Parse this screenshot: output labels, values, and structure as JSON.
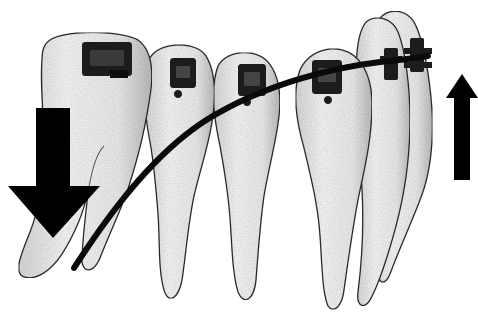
{
  "figure": {
    "teeth": [
      {
        "name": "molar",
        "bracket": "molar-tube"
      },
      {
        "name": "second-premolar",
        "bracket": "bracket"
      },
      {
        "name": "first-premolar",
        "bracket": "bracket"
      },
      {
        "name": "canine",
        "bracket": "bracket"
      },
      {
        "name": "lateral-incisor",
        "bracket": "bracket"
      },
      {
        "name": "central-incisor",
        "bracket": "bracket"
      }
    ],
    "arrows": [
      {
        "name": "intrusion-force",
        "direction": "down",
        "size": "large",
        "color": "#000000"
      },
      {
        "name": "extrusion-force",
        "direction": "up",
        "size": "small",
        "color": "#000000"
      }
    ],
    "archwire": {
      "shape": "curved",
      "color": "#0a0a0a"
    },
    "colors": {
      "background": "#ffffff",
      "tooth_fill": "#f2f2f2",
      "tooth_stroke": "#2b2b2b",
      "bracket": "#1c1c1c"
    }
  }
}
